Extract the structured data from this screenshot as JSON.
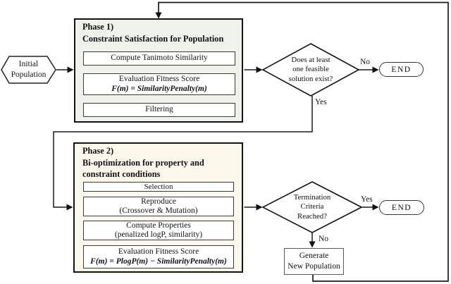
{
  "nodes": {
    "initial": {
      "line1": "Initial",
      "line2": "Population"
    },
    "phase1": {
      "title1": "Phase 1)",
      "title2": "Constraint Satisfaction for Population",
      "step1": "Compute Tanimoto Similarity",
      "step2_line1": "Evaluation Fitness Score",
      "step2_line2": "F(m) = SimilarityPenalty(m)",
      "step3": "Filtering"
    },
    "decision1": {
      "line1": "Does at least",
      "line2": "one feasible",
      "line3": "solution exist?"
    },
    "end1": {
      "label": "END"
    },
    "phase2": {
      "title1": "Phase 2)",
      "title2": "Bi-optimization for property and",
      "title3": "constraint conditions",
      "step1": "Selection",
      "step2_line1": "Reproduce",
      "step2_line2": "(Crossover & Mutation)",
      "step3_line1": "Compute Properties",
      "step3_line2": "(penalized logP, similarity)",
      "step4_line1": "Evaluation Fitness Score",
      "step4_line2": "F(m) = PlogP(m) − SimilarityPenalty(m)"
    },
    "decision2": {
      "line1": "Termination",
      "line2": "Criteria",
      "line3": "Reached?"
    },
    "end2": {
      "label": "END"
    },
    "generate": {
      "line1": "Generate",
      "line2": "New Population"
    }
  },
  "labels": {
    "d1_no": "No",
    "d1_yes": "Yes",
    "d2_yes": "Yes",
    "d2_no": "No"
  },
  "colors": {
    "phase1_fill": "#eff2eb",
    "phase2_fill": "#fcf8ec",
    "line": "#1a1a1a"
  }
}
